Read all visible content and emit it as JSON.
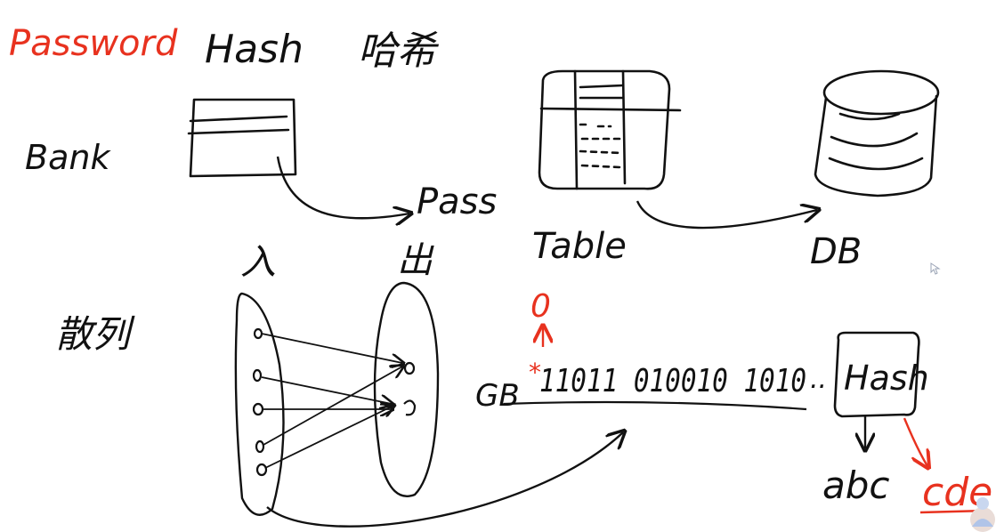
{
  "colors": {
    "ink": "#111111",
    "red": "#e8321f",
    "cursor": "#9aa3b5"
  },
  "labels": {
    "password": "Password",
    "hash_title": "Hash",
    "hash_cn": "哈希",
    "bank": "Bank",
    "pass": "Pass",
    "table": "Table",
    "db": "DB",
    "scatter_cn": "散列",
    "in_cn": "入",
    "out_cn": "出",
    "zero": "0",
    "gb": "GB",
    "bits": "11011 010010 1010",
    "ellipsis": "..",
    "hash_box": "Hash",
    "abc": "abc",
    "cde": "cde"
  },
  "icons": {
    "cursor": "mouse-pointer-icon",
    "table": "table-grid-icon",
    "database": "database-cylinder-icon",
    "card": "bank-card-icon",
    "avatar": "presenter-avatar-icon"
  }
}
